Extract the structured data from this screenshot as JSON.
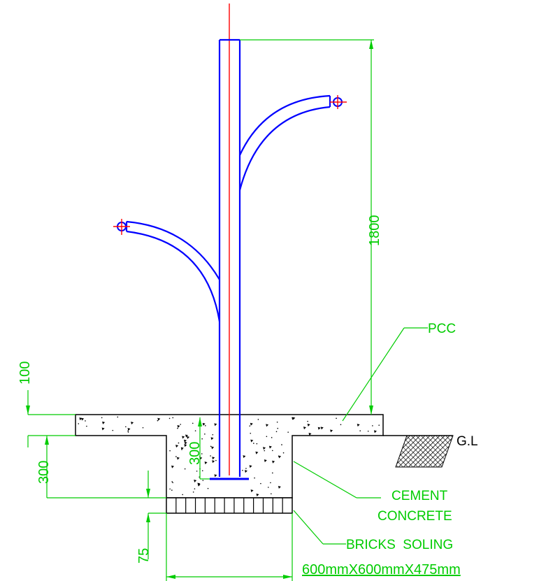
{
  "dimensions": {
    "pole_height": "1800",
    "pcc_thickness": "100",
    "embed_depth": "300",
    "pit_depth": "300",
    "soling_thickness": "75",
    "pit_size": "600mmX600mmX475mm"
  },
  "labels": {
    "pcc": "PCC",
    "ground_level": "G.L",
    "cement_line1": "CEMENT",
    "cement_line2": "CONCRETE",
    "bricks_soling": "BRICKS  SOLING"
  },
  "colors": {
    "pole": "#0000ff",
    "centerline": "#ff0000",
    "dimension": "#00cc00",
    "outline": "#000000"
  }
}
